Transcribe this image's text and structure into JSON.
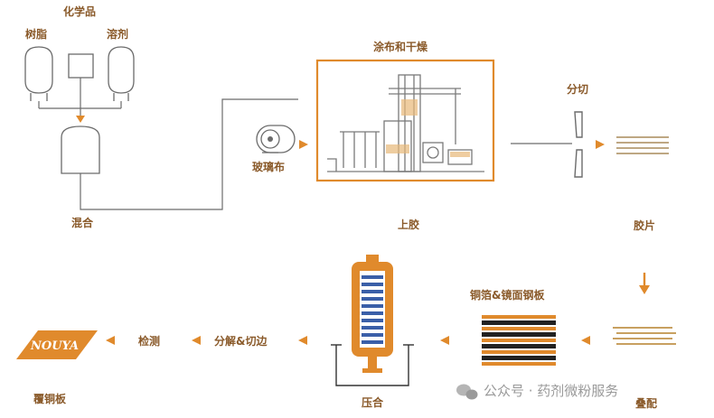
{
  "labels": {
    "chemicals": "化学品",
    "resin": "树脂",
    "solvent": "溶剂",
    "mixing": "混合",
    "glass_cloth": "玻璃布",
    "coating_drying": "涂布和干燥",
    "gluing": "上胶",
    "slitting": "分切",
    "prepreg_sheet": "胶片",
    "copper_steel": "铜箔&镜面钢板",
    "stacking": "叠配",
    "pressing": "压合",
    "disassembly_trimming": "分解&切边",
    "inspection": "检测",
    "ccl": "覆铜板"
  },
  "logo_text": "NOUYA",
  "watermark": "公众号 · 药剂微粉服务",
  "colors": {
    "accent": "#e08a2c",
    "line": "#6b6b6b",
    "label": "#8a5a2a",
    "press_blue": "#3a5fa8"
  }
}
